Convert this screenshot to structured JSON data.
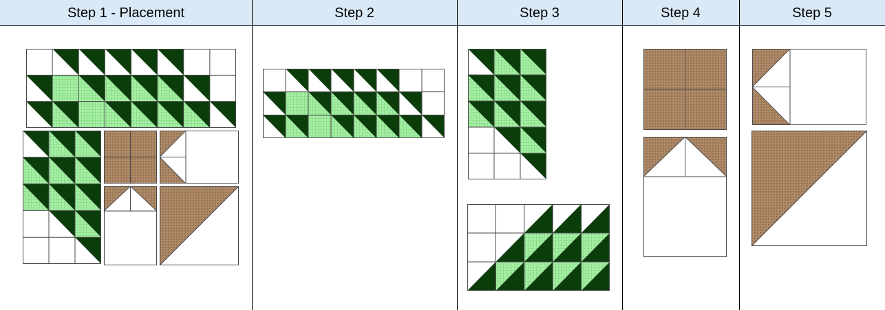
{
  "steps": [
    {
      "label": "Step 1 - Placement"
    },
    {
      "label": "Step 2"
    },
    {
      "label": "Step 3"
    },
    {
      "label": "Step 4"
    },
    {
      "label": "Step 5"
    }
  ],
  "colors": {
    "header_bg": "#dae9f6",
    "dark_green": "#0b3d0b",
    "light_green": "#a6f0a6",
    "tan": "#a98462",
    "grid": "#4a4a4a"
  }
}
